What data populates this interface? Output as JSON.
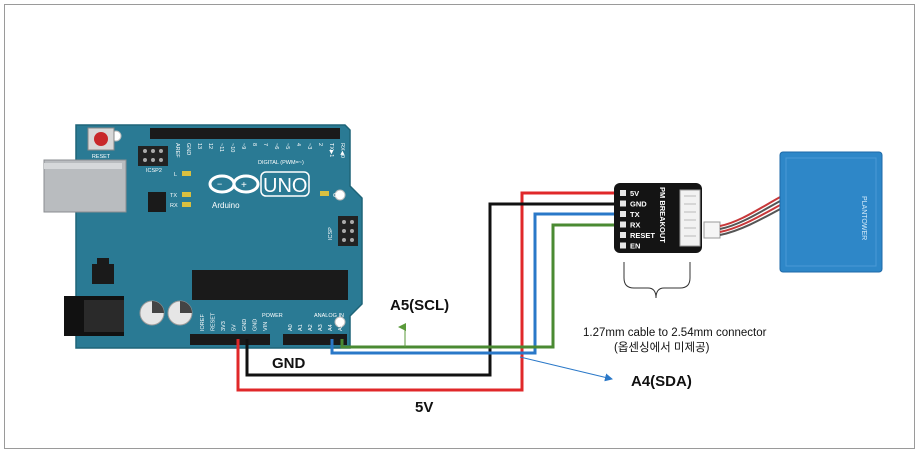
{
  "board": {
    "reset_label": "RESET",
    "icsp2_label": "ICSP2",
    "icsp_label": "ICSP",
    "l_label": "L",
    "tx_label": "TX",
    "rx_label": "RX",
    "on_label": "ON",
    "uno_label": "UNO",
    "arduino_label": "Arduino",
    "digital_label": "DIGITAL (PWM=~)",
    "power_label": "POWER",
    "analog_label": "ANALOG IN",
    "top_pins": [
      "AREF",
      "GND",
      "13",
      "12",
      "~11",
      "~10",
      "~9",
      "8",
      "7",
      "~6",
      "~5",
      "4",
      "~3",
      "2",
      "TX▶1",
      "RX◀0"
    ],
    "power_pins": [
      "IOREF",
      "RESET",
      "3V3",
      "5V",
      "GND",
      "GND",
      "VIN"
    ],
    "analog_pins": [
      "A0",
      "A1",
      "A2",
      "A3",
      "A4",
      "A5"
    ]
  },
  "breakout": {
    "title": "PM BREAKOUT",
    "pins": [
      "5V",
      "GND",
      "TX",
      "RX",
      "RESET",
      "EN"
    ]
  },
  "sensor": {
    "brand": "PLANTOWER"
  },
  "labels": {
    "a5": "A5(SCL)",
    "gnd": "GND",
    "five_v": "5V",
    "a4": "A4(SDA)",
    "cable_note": "1.27mm cable to 2.54mm connector",
    "cable_note_ko": "(옵센싱에서 미제공)"
  },
  "colors": {
    "board": "#2a7a94",
    "wire_5v": "#e0282a",
    "wire_gnd": "#111111",
    "wire_sda": "#2a78c8",
    "wire_scl": "#4a8a32",
    "sensor": "#2e87c8"
  }
}
